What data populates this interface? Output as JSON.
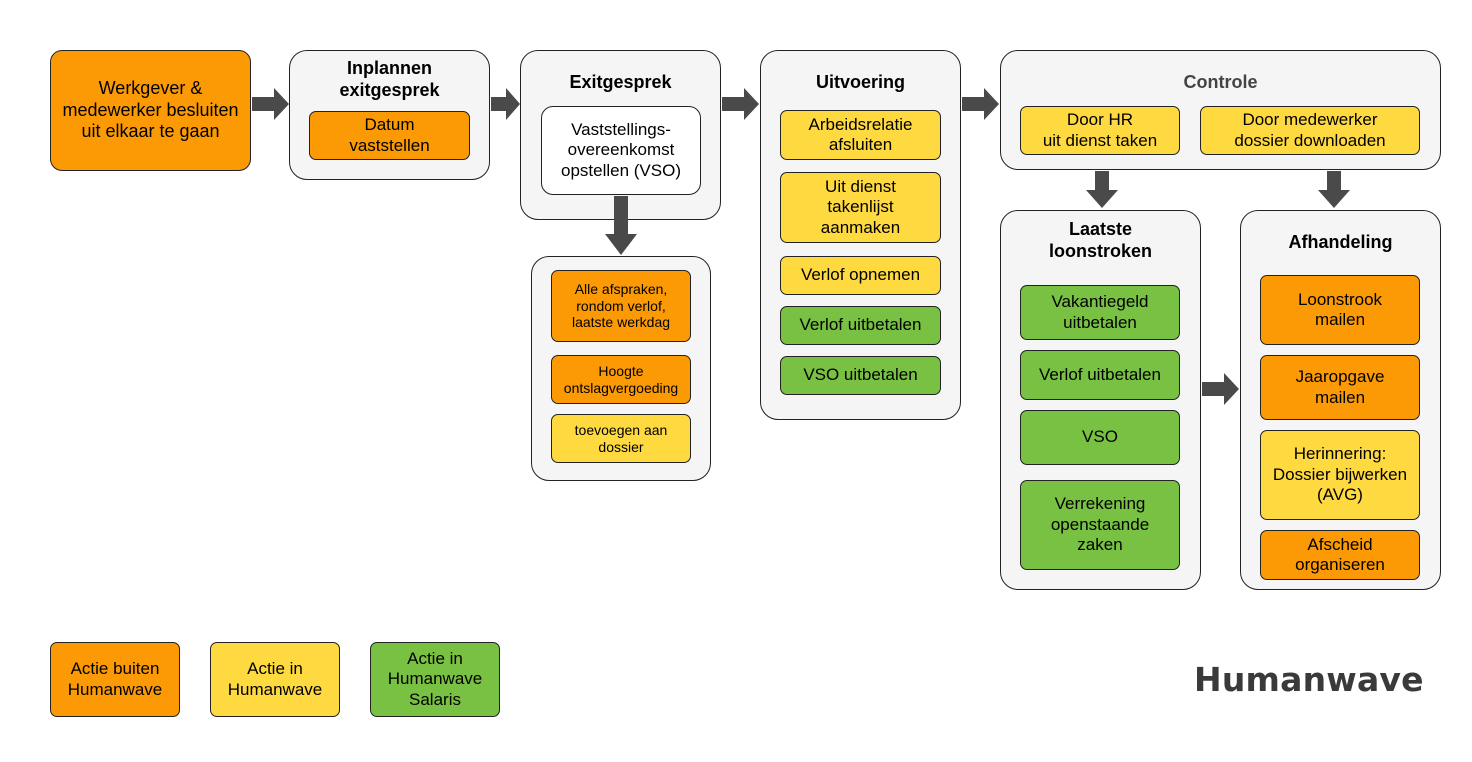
{
  "start": {
    "label": "Werkgever &\nmedewerker besluiten\nuit elkaar te gaan"
  },
  "inplannen": {
    "title": "Inplannen\nexitgesprek",
    "items": [
      "Datum\nvaststellen"
    ]
  },
  "exitgesprek": {
    "title": "Exitgesprek",
    "items": [
      "Vaststellings-\novereenkomst\nopstellen (VSO)"
    ]
  },
  "vso_details": {
    "items": [
      "Alle afspraken,\nrondom verlof,\nlaatste werkdag",
      "Hoogte\nontslagvergoeding",
      "toevoegen aan\ndossier"
    ]
  },
  "uitvoering": {
    "title": "Uitvoering",
    "items": [
      "Arbeidsrelatie\nafsluiten",
      "Uit dienst\ntakenlijst\naanmaken",
      "Verlof opnemen",
      "Verlof uitbetalen",
      "VSO uitbetalen"
    ]
  },
  "controle": {
    "title": "Controle",
    "items": [
      "Door HR\nuit dienst taken",
      "Door medewerker\ndossier downloaden"
    ]
  },
  "loonstroken": {
    "title": "Laatste\nloonstroken",
    "items": [
      "Vakantiegeld\nuitbetalen",
      "Verlof uitbetalen",
      "VSO",
      "Verrekening\nopenstaande\nzaken"
    ]
  },
  "afhandeling": {
    "title": "Afhandeling",
    "items": [
      "Loonstrook\nmailen",
      "Jaaropgave\nmailen",
      "Herinnering:\nDossier bijwerken\n(AVG)",
      "Afscheid\norganiseren"
    ]
  },
  "legend": {
    "items": [
      "Actie buiten\nHumanwave",
      "Actie in\nHumanwave",
      "Actie in\nHumanwave\nSalaris"
    ]
  },
  "colors": {
    "orange": "#fb9a05",
    "yellow": "#fed940",
    "green": "#78c143",
    "arrow": "#4a4a4a"
  },
  "logo": {
    "text": "Humanwave"
  }
}
